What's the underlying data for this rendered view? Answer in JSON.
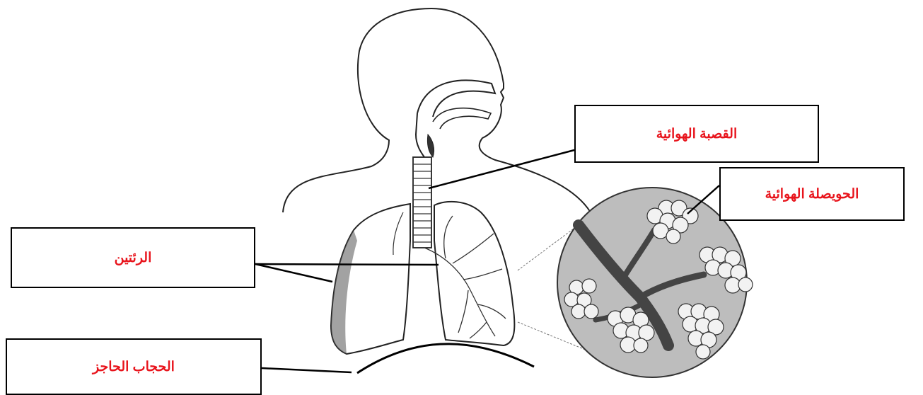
{
  "labels": {
    "trachea": "القصبة الهوائية",
    "alveolus": "الحويصلة الهوائية",
    "lungs": "الرئتين",
    "diaphragm": "الحجاب الحاجز"
  },
  "colors": {
    "label_text": "#e8141c",
    "line": "#000000",
    "box_border": "#000000",
    "alveoli_fill": "#d9d9d9"
  }
}
